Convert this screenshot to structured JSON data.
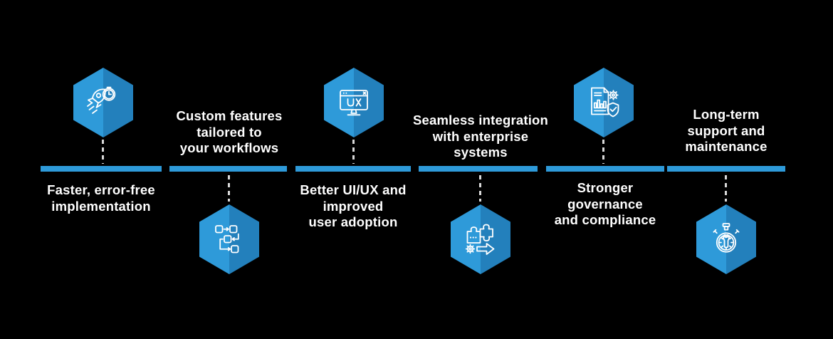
{
  "colors": {
    "background": "#000000",
    "accent": "#2E9AD9",
    "accent_dark": "#2380BC",
    "connector": "#D9D9D9",
    "text": "#FFFFFF"
  },
  "timeline": {
    "segment_count": 6,
    "orientation": "horizontal"
  },
  "items": [
    {
      "label": "Faster, error-free\nimplementation",
      "icon": "rocket-stopwatch-icon",
      "hexagon": "above"
    },
    {
      "label": "Custom features\ntailored to\nyour workflows",
      "icon": "workflow-diagram-icon",
      "hexagon": "below"
    },
    {
      "label": "Better UI/UX and\nimproved\nuser adoption",
      "icon": "ux-monitor-icon",
      "hexagon": "above"
    },
    {
      "label": "Seamless integration\nwith enterprise\nsystems",
      "icon": "puzzle-gear-arrow-icon",
      "hexagon": "below"
    },
    {
      "label": "Stronger\ngovernance\nand compliance",
      "icon": "report-shield-gear-icon",
      "hexagon": "above"
    },
    {
      "label": "Long-term\nsupport and\nmaintenance",
      "icon": "stopwatch-wrench-icon",
      "hexagon": "below"
    }
  ]
}
